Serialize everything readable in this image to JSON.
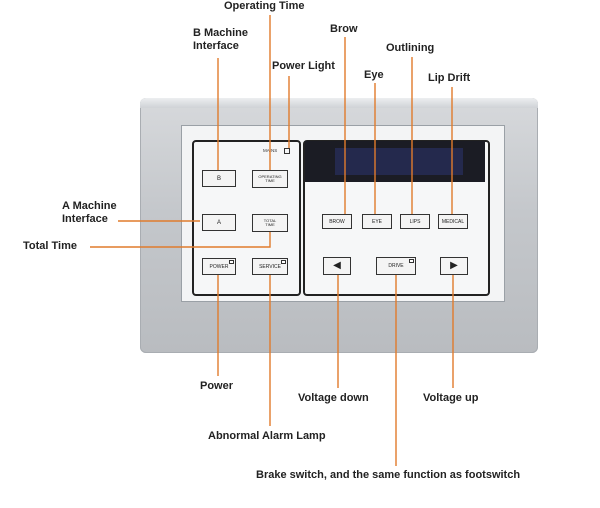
{
  "callouts": {
    "operating_time": "Operating Time",
    "b_machine_interface_line1": "B Machine",
    "b_machine_interface_line2": "Interface",
    "power_light": "Power Light",
    "brow": "Brow",
    "outlining": "Outlining",
    "eye": "Eye",
    "lip_drift": "Lip Drift",
    "a_machine_interface_line1": "A Machine",
    "a_machine_interface_line2": "Interface",
    "total_time": "Total Time",
    "power": "Power",
    "voltage_down": "Voltage down",
    "voltage_up": "Voltage up",
    "abnormal_alarm_lamp": "Abnormal Alarm Lamp",
    "brake_switch": "Brake switch, and the same function as footswitch"
  },
  "panel": {
    "mains": "MAINS",
    "key_b": "B",
    "key_operating_time_line1": "OPERATING",
    "key_operating_time_line2": "TIME",
    "key_a": "A",
    "key_total_time_line1": "TOTAL",
    "key_total_time_line2": "TIME",
    "key_power": "POWER",
    "key_service": "SERVICE",
    "key_brow": "BROW",
    "key_eye": "EYE",
    "key_lips": "LIPS",
    "key_medical": "MEDICAL",
    "key_drive": "DRIVE",
    "key_left": "◀",
    "key_right": "▶"
  },
  "colors": {
    "leader": "#e07b2c",
    "panel_border": "#222222",
    "display": "#1b1c24"
  }
}
